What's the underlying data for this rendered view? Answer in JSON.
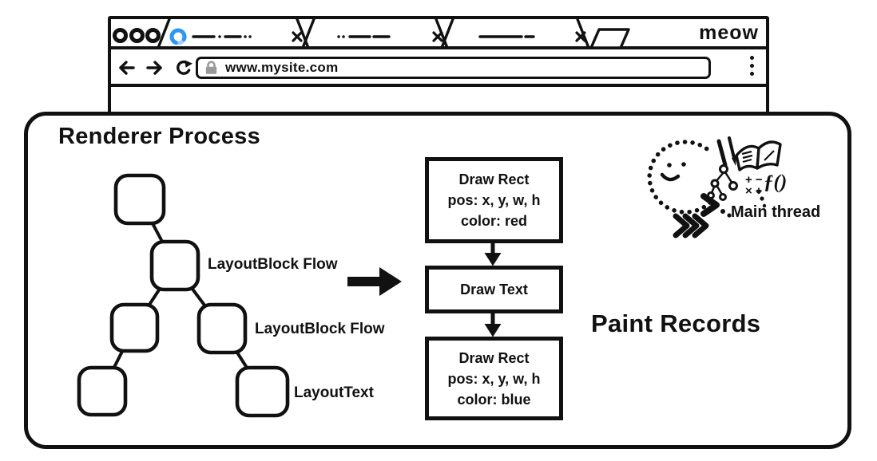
{
  "browser": {
    "logo": "meow",
    "url_bar": {
      "url": "www.mysite.com"
    }
  },
  "renderer": {
    "title": "Renderer Process",
    "tree": {
      "labels": [
        "LayoutBlock Flow",
        "LayoutBlock Flow",
        "LayoutText"
      ]
    },
    "paint_steps": [
      {
        "lines": [
          "Draw Rect",
          "pos: x, y, w, h",
          "color: red"
        ]
      },
      {
        "lines": [
          "Draw Text"
        ]
      },
      {
        "lines": [
          "Draw Rect",
          "pos: x, y, w, h",
          "color: blue"
        ]
      }
    ],
    "paint_records_label": "Paint Records",
    "main_thread_label": "Main thread",
    "doodle": {
      "math_row1": "+ −",
      "math_row2": "× ÷",
      "function": "ƒ()"
    }
  },
  "colors": {
    "ink": "#111111",
    "spinner_blue": "#2e96f5",
    "spinner_light": "#9fd0f8",
    "lock_gray": "#9a9a9a"
  }
}
